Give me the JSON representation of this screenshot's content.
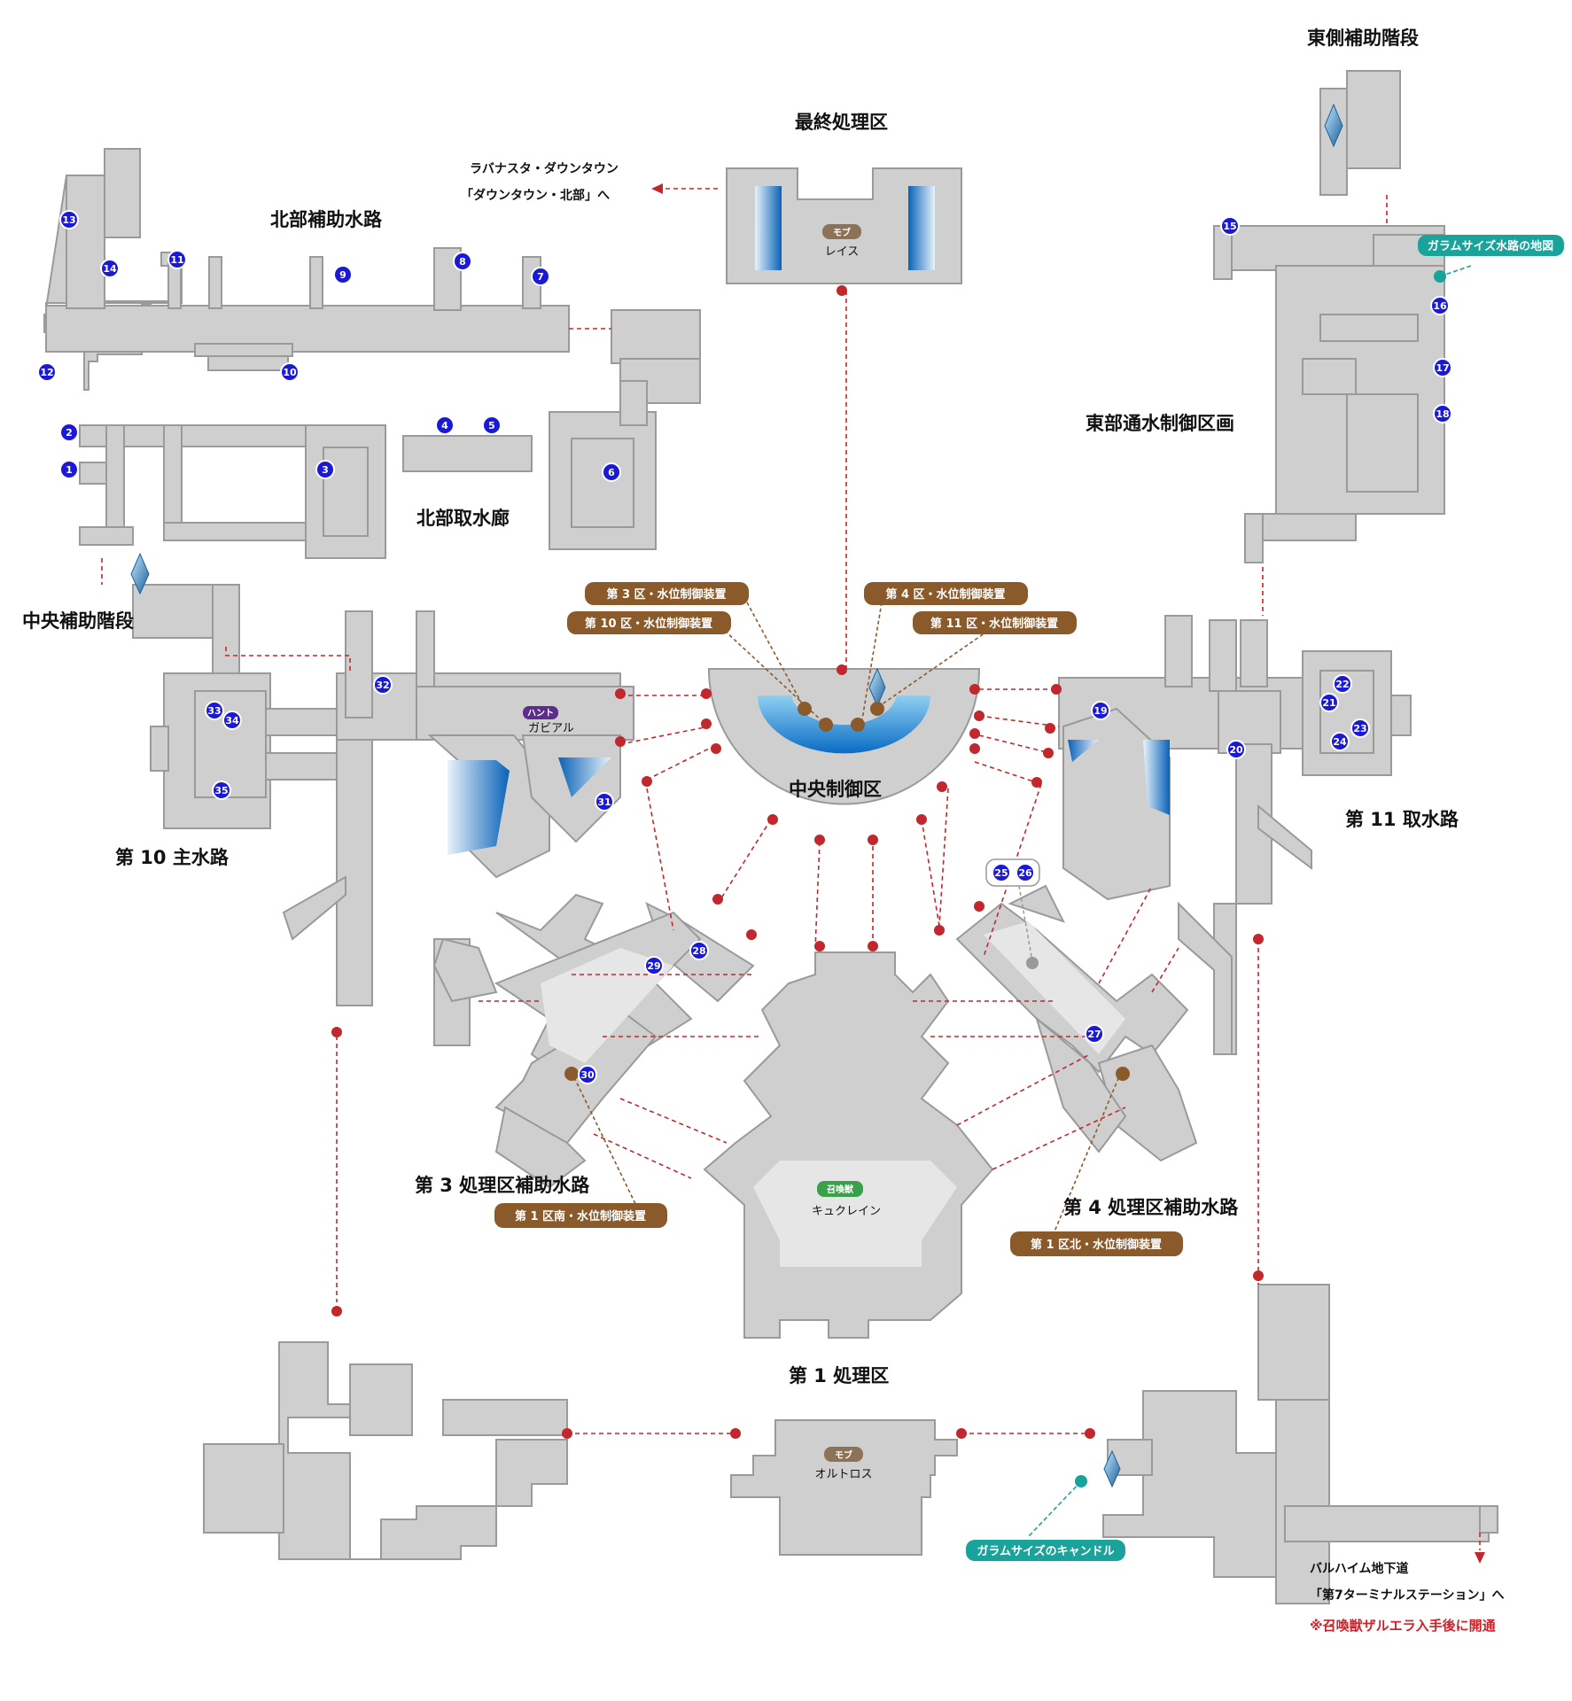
{
  "areas": {
    "north_aux_waterway": "北部補助水路",
    "final_processing": "最終処理区",
    "east_aux_stairs": "東側補助階段",
    "north_intake": "北部取水廊",
    "east_control": "東部通水制御区画",
    "central_aux_stairs": "中央補助階段",
    "tenth_main": "第 10 主水路",
    "central_control": "中央制御区",
    "eleventh_intake": "第 11 取水路",
    "third_aux": "第 3 処理区補助水路",
    "fourth_aux": "第 4 処理区補助水路",
    "first_processing": "第 1 処理区"
  },
  "exits": {
    "north_line1": "ラバナスタ・ダウンタウン",
    "north_line2": "「ダウンタウン・北部」へ",
    "south_line1": "バルハイム地下道",
    "south_line2": "「第7ターミナルステーション」へ",
    "south_note": "※召喚獣ザルエラ入手後に開通"
  },
  "devices": {
    "d3": "第 3 区・水位制御装置",
    "d10": "第 10 区・水位制御装置",
    "d4": "第 4 区・水位制御装置",
    "d11": "第 11 区・水位制御装置",
    "d1s": "第 1 区南・水位制御装置",
    "d1n": "第 1 区北・水位制御装置"
  },
  "teal_labels": {
    "map": "ガラムサイズ水路の地図",
    "candle": "ガラムサイズのキャンドル"
  },
  "tags": {
    "mob": "モブ",
    "hunt": "ハント",
    "summon": "召喚獣"
  },
  "enemies": {
    "wraith": "レイス",
    "garuda": "ガビアル",
    "orthros": "オルトロス",
    "kuklein": "キュクレイン"
  },
  "markers": [
    "1",
    "2",
    "3",
    "4",
    "5",
    "6",
    "7",
    "8",
    "9",
    "10",
    "11",
    "12",
    "13",
    "14",
    "15",
    "16",
    "17",
    "18",
    "19",
    "20",
    "21",
    "22",
    "23",
    "24",
    "25",
    "26",
    "27",
    "28",
    "29",
    "30",
    "31",
    "32",
    "33",
    "34",
    "35"
  ],
  "colors": {
    "room": "#cfcfcf",
    "connector": "#c0282d",
    "device": "#8a5a2b",
    "marker": "#1a1ad6",
    "teal": "#1aa39a",
    "note": "#d0202a"
  }
}
